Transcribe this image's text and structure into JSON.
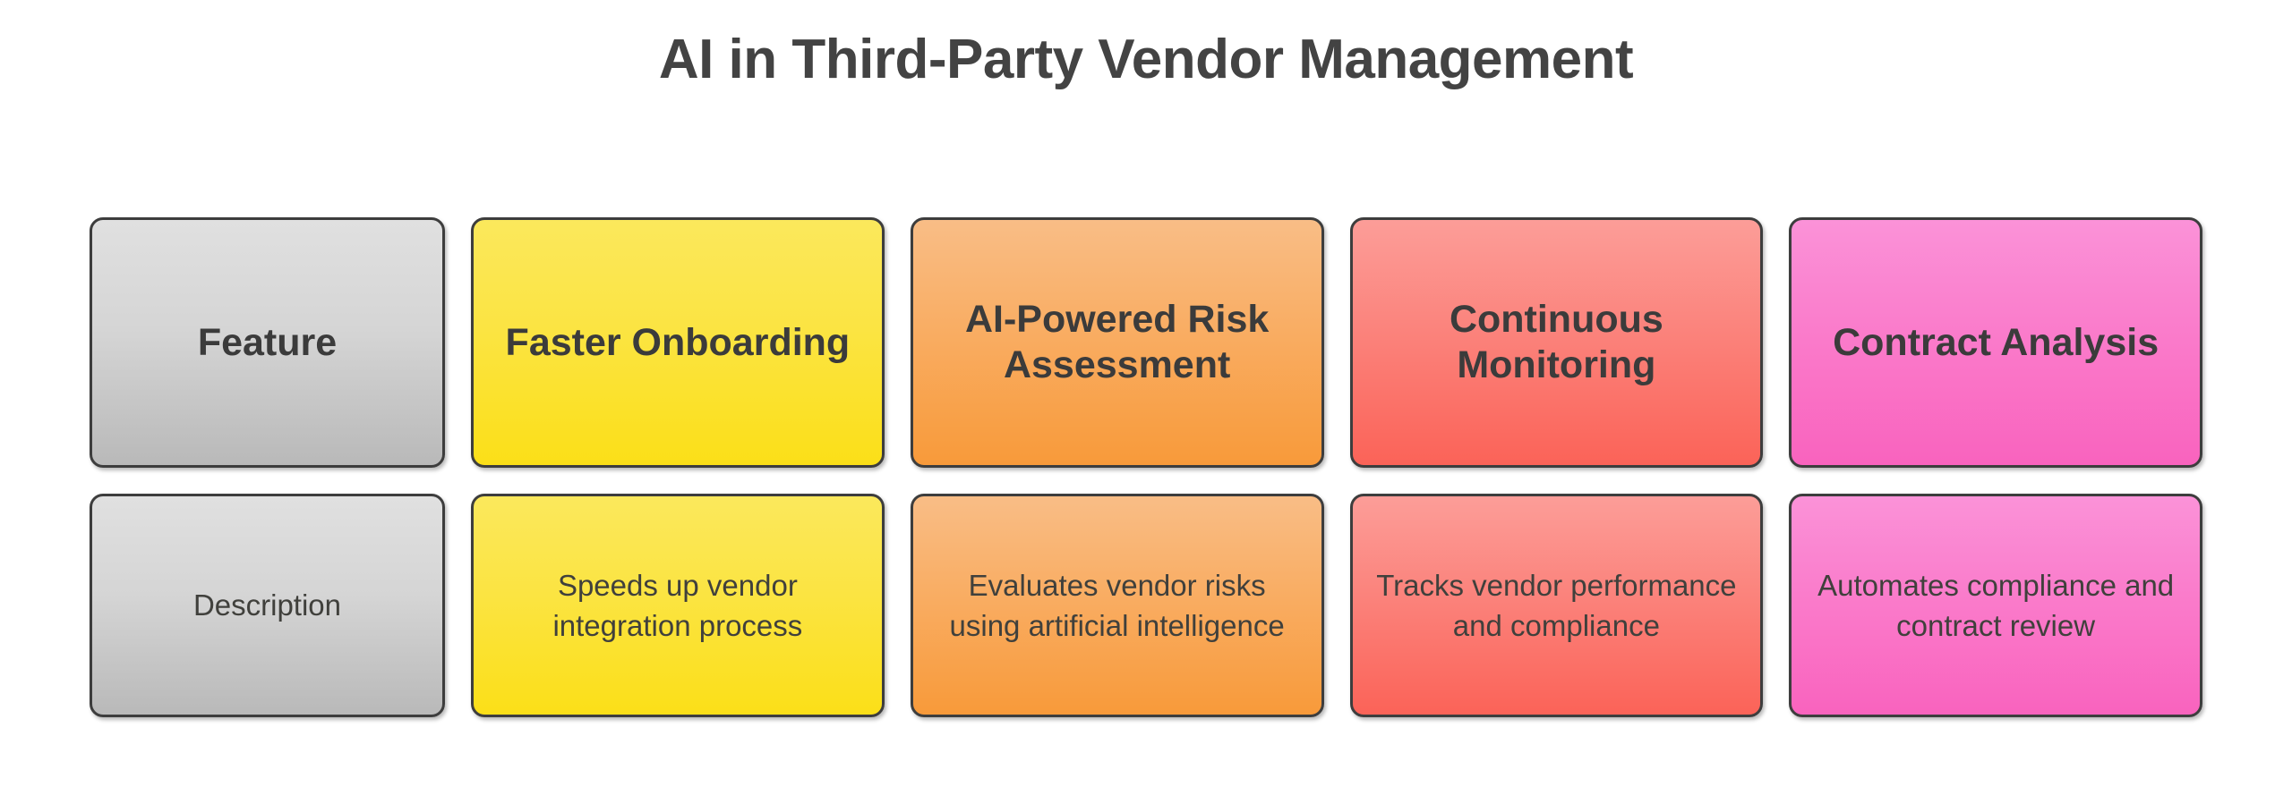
{
  "title": "AI in Third-Party Vendor Management",
  "theme": {
    "background": "#ffffff",
    "title_color": "#434343",
    "text_color": "#3a3a3a",
    "border_color": "#3d3d3d",
    "gray_top": "#e0e0e0",
    "gray_bottom": "#b9b9b9",
    "yellow_top": "#fbe85c",
    "yellow_bottom": "#fbdf18",
    "orange_top": "#f9bd86",
    "orange_bottom": "#f89a3a",
    "red_top": "#fc9d98",
    "red_bottom": "#fb6358",
    "pink_top": "#fb92d8",
    "pink_bottom": "#f963be"
  },
  "matrix": {
    "rows": [
      {
        "label": "Feature",
        "cells": [
          "Faster Onboarding",
          "AI-Powered Risk Assessment",
          "Continuous Monitoring",
          "Contract Analysis"
        ]
      },
      {
        "label": "Description",
        "cells": [
          "Speeds up vendor integration process",
          "Evaluates vendor risks using artificial intelligence",
          "Tracks vendor performance and compliance",
          "Automates compliance and contract review"
        ]
      }
    ]
  }
}
